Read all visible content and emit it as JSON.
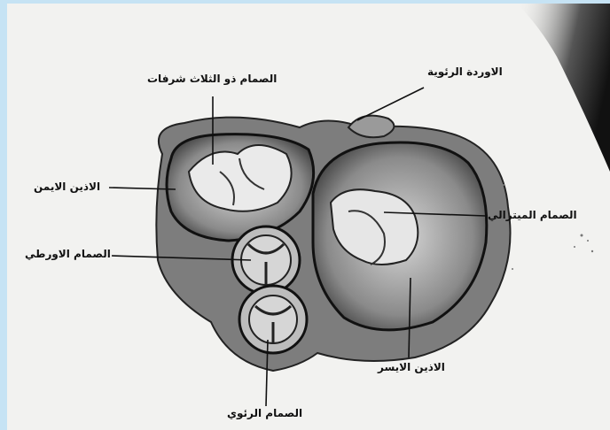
{
  "labels": {
    "tricuspid_valve": "الصمام ذو الثلاث شرفات",
    "pulmonary_veins": "الاوردة الرئوية",
    "right_atrium": "الاذين الايمن",
    "mitral_valve": "الصمام الميترالي",
    "aortic_valve": "الصمام الاورطي",
    "left_atrium": "الاذين الايسر",
    "pulmonary_valve": "الصمام الرئوي"
  }
}
